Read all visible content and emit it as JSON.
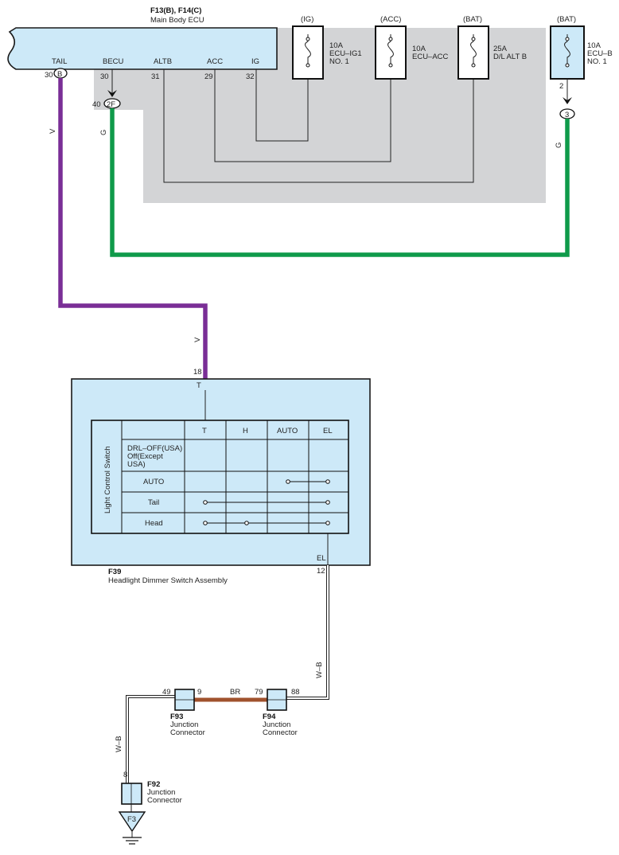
{
  "ecu": {
    "title": "F13(B), F14(C)",
    "name": "Main Body ECU",
    "pins": {
      "tail": "TAIL",
      "becu": "BECU",
      "altb": "ALTB",
      "acc": "ACC",
      "ig": "IG"
    },
    "pin_numbers": {
      "tail": "30",
      "becu": "30",
      "altb": "31",
      "acc": "29",
      "ig": "32",
      "g_out": "40"
    },
    "connectors": {
      "tail": "B",
      "becu": "2F"
    }
  },
  "fuses": [
    {
      "source": "(IG)",
      "amp": "10A",
      "name": "ECU–IG1",
      "name2": "NO. 1"
    },
    {
      "source": "(ACC)",
      "amp": "10A",
      "name": "ECU–ACC",
      "name2": ""
    },
    {
      "source": "(BAT)",
      "amp": "25A",
      "name": "D/L ALT B",
      "name2": ""
    },
    {
      "source": "(BAT)",
      "amp": "10A",
      "name": "ECU–B",
      "name2": "NO. 1",
      "pin": "2",
      "connector": "3"
    }
  ],
  "wires": {
    "violet": "V",
    "green": "G",
    "brown": "BR",
    "white_black": "W–B"
  },
  "colors": {
    "violet": "#7a2e96",
    "green": "#0f9a4a",
    "brown": "#a0522d",
    "box_fill": "#cde9f8",
    "shade": "#d3d4d6"
  },
  "switch": {
    "code": "F39",
    "name": "Headlight Dimmer Switch Assembly",
    "title": "Light Control Switch",
    "t_pin_num": "18",
    "t_pin": "T",
    "el_pin": "EL",
    "el_pin_num": "12",
    "columns": [
      "T",
      "H",
      "AUTO",
      "EL"
    ],
    "rows": [
      {
        "label_lines": [
          "DRL–OFF(USA)",
          "Off(Except",
          "USA)"
        ]
      },
      {
        "label": "AUTO"
      },
      {
        "label": "Tail"
      },
      {
        "label": "Head"
      }
    ]
  },
  "junctions": {
    "f93": {
      "code": "F93",
      "line1": "Junction",
      "line2": "Connector",
      "pin_left": "49",
      "pin_right": "9"
    },
    "f94": {
      "code": "F94",
      "line1": "Junction",
      "line2": "Connector",
      "pin_left": "79",
      "pin_right": "88"
    },
    "f92": {
      "code": "F92",
      "line1": "Junction",
      "line2": "Connector",
      "pin": "8"
    }
  },
  "ground": {
    "code": "F3"
  }
}
